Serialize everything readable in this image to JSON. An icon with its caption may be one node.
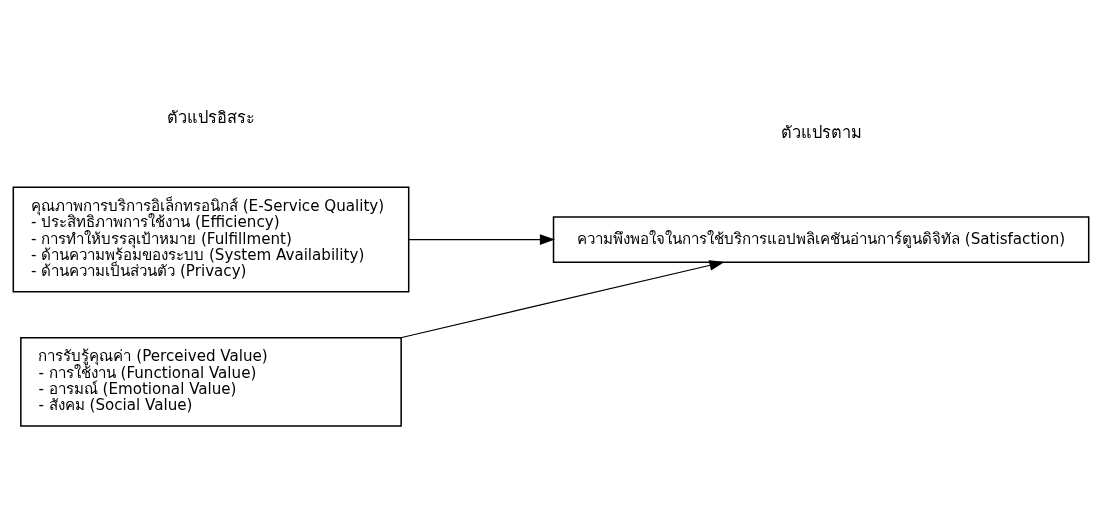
{
  "diagram": {
    "nodes": [
      {
        "text": [
          "คุณภาพการบริการอิเล็กทรอนิกส์ (E-Service Quality)",
          "- ประสิทธิภาพการใช้งาน (Efficiency)",
          "- การทำให้บรรลุเป้าหมาย (Fulfillment)",
          "- ด้านความพร้อมของระบบ (System Availability)",
          "- ด้านความเป็นส่วนตัว (Privacy)"
        ]
      },
      {
        "text": [
          "การรับรู้คุณค่า (Perceived Value)",
          "- การใช้งาน (Functional Value)",
          "- อารมณ์ (Emotional Value)",
          "- สังคม (Social Value)"
        ]
      },
      {
        "text": [
          "ความพึงพอใจในการใช้บริการแอปพลิเคชันอ่านการ์ตูนดิจิทัล (Satisfaction)"
        ]
      }
    ],
    "edges": [
      {
        "from": 0,
        "to": 2,
        "arrow": "to"
      },
      {
        "from": 1,
        "to": 2,
        "arrow": "to"
      }
    ],
    "labels": [
      "ตัวแปรอิสระ",
      "ตัวแปรตาม"
    ]
  }
}
